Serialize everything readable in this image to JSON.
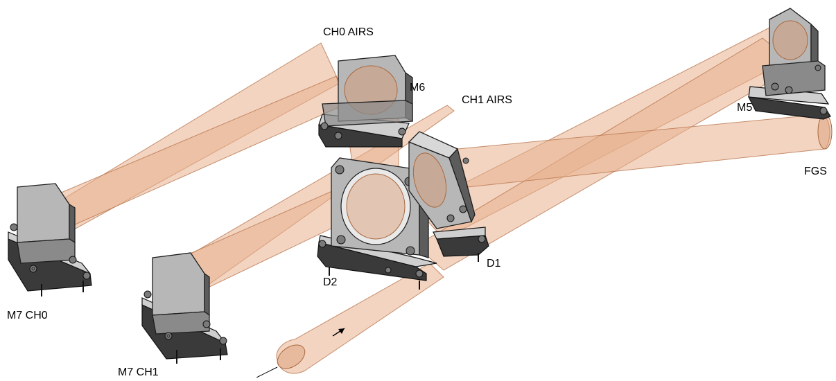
{
  "labels": {
    "ch0_airs": "CH0 AIRS",
    "m6": "M6",
    "ch1_airs": "CH1 AIRS",
    "m5": "M5",
    "fgs": "FGS",
    "m7_ch0": "M7 CH0",
    "m7_ch1": "M7 CH1",
    "d1": "D1",
    "d2": "D2"
  },
  "colors": {
    "beam": "#e8b08e",
    "metal": "#5c5c5c"
  }
}
